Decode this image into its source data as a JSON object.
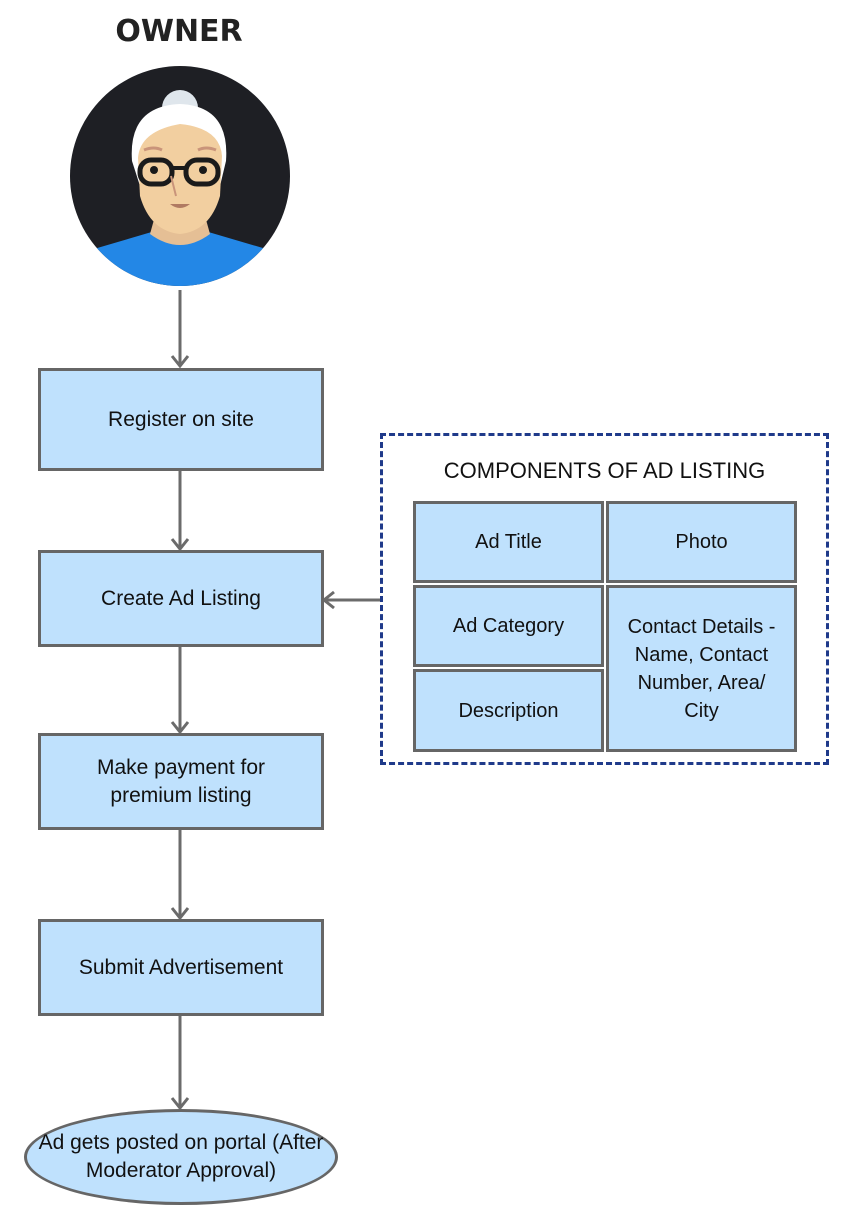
{
  "header": {
    "title": "OWNER"
  },
  "avatar": {
    "icon": "elderly-woman-with-glasses-avatar",
    "colors": {
      "background": "#1e1f24",
      "shirt": "#2387e6",
      "hair": "#ffffff",
      "skin": "#f2cfa0"
    }
  },
  "flow": {
    "steps": [
      {
        "label": "Register on site"
      },
      {
        "label": "Create Ad Listing"
      },
      {
        "label": "Make payment for premium listing"
      },
      {
        "label": "Submit Advertisement"
      }
    ],
    "end": {
      "label": "Ad gets posted on portal (After Moderator Approval)"
    }
  },
  "components": {
    "title": "COMPONENTS OF AD LISTING",
    "items": [
      {
        "label": "Ad Title"
      },
      {
        "label": "Photo"
      },
      {
        "label": "Ad Category"
      },
      {
        "label": "Contact Details - Name, Contact Number, Area/ City"
      },
      {
        "label": "Description"
      }
    ]
  },
  "colors": {
    "box_fill": "#bfe1fd",
    "box_border": "#666666",
    "panel_border": "#1f3a8a",
    "arrow": "#6b6b6b"
  }
}
